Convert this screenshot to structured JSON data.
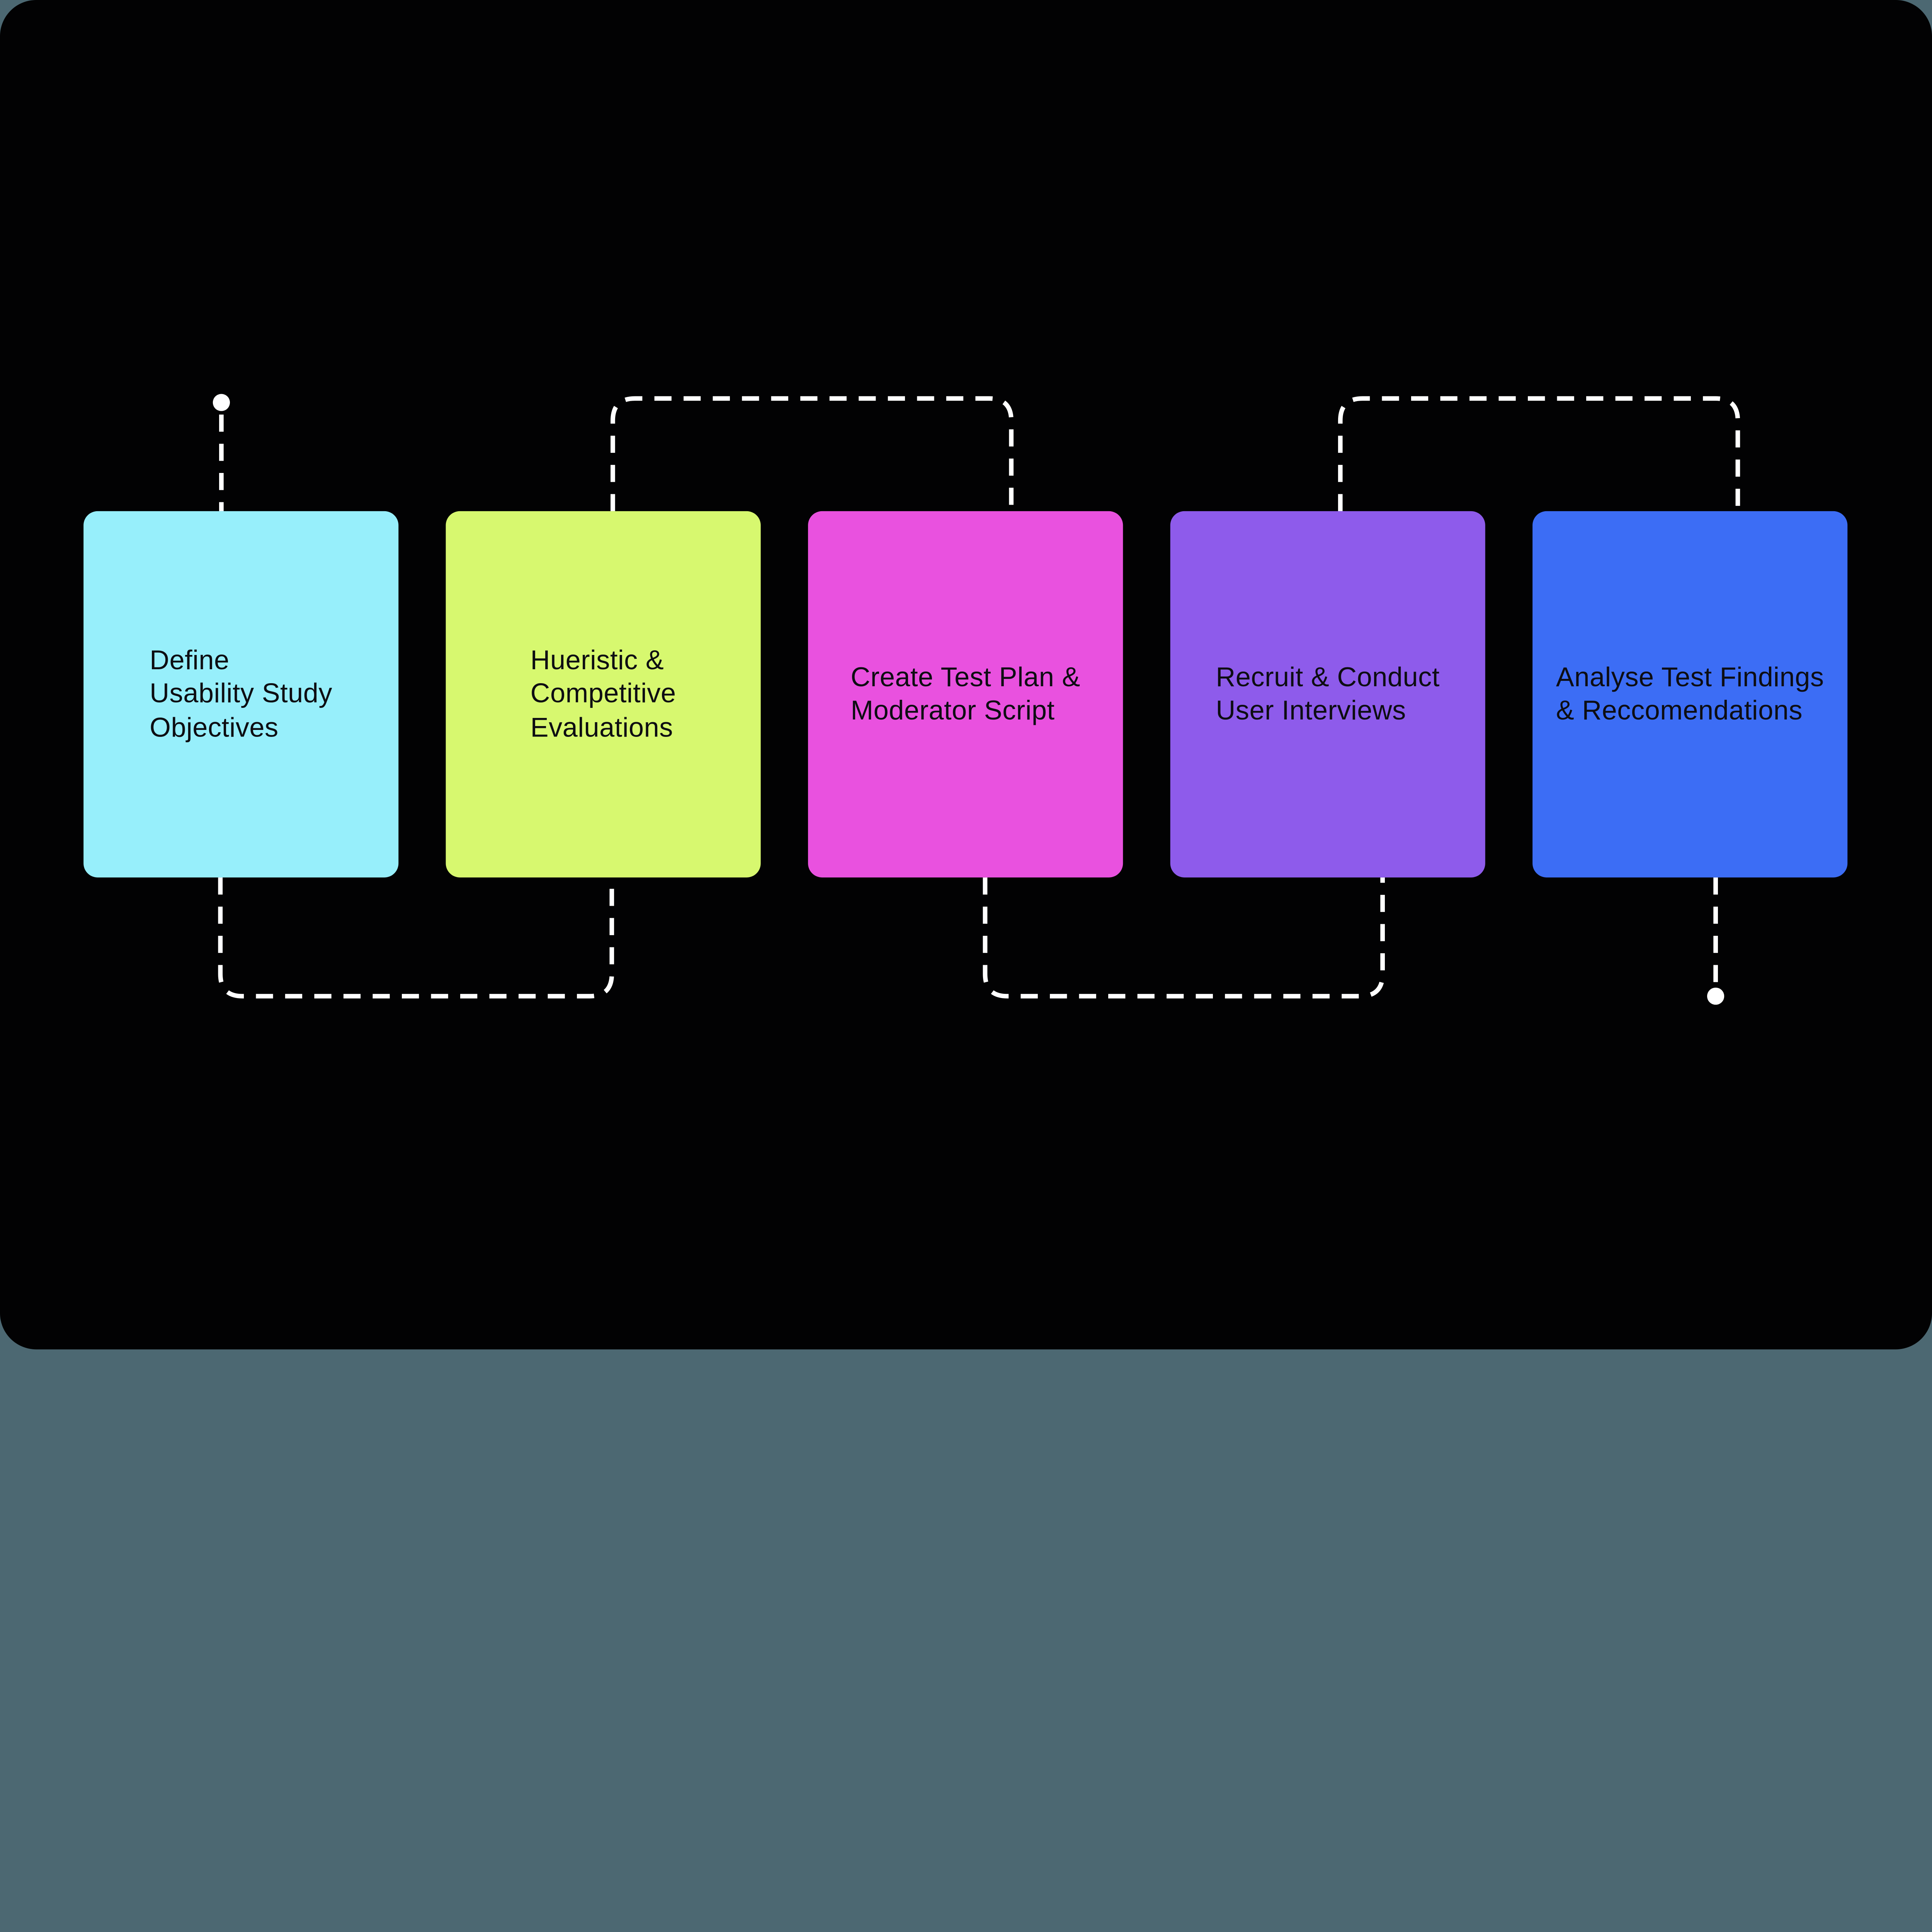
{
  "canvas": {
    "page_background": "#4C6872",
    "board_background": "#020203"
  },
  "flow": {
    "connector_color": "#FFFFFF",
    "label_color": "#0D0D12",
    "steps": [
      {
        "label": "Define\nUsability Study\nObjectives",
        "color": "#97EFFB"
      },
      {
        "label": "Hueristic &\nCompetitive\nEvaluations",
        "color": "#D7F86F"
      },
      {
        "label": "Create Test Plan &\nModerator Script",
        "color": "#E951DF"
      },
      {
        "label": "Recruit & Conduct\nUser Interviews",
        "color": "#8E5BEB"
      },
      {
        "label": "Analyse Test Findings\n& Reccomendations",
        "color": "#3C6DF5"
      }
    ]
  }
}
